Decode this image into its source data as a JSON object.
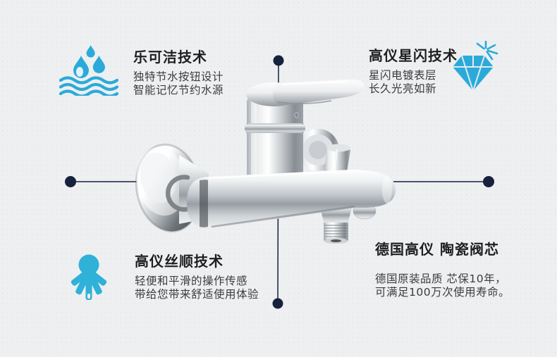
{
  "page": {
    "background_color": "#edeff1",
    "description": "product-feature-infographic-chrome-bath-mixer-faucet"
  },
  "palette": {
    "accent_cyan": "#2baad9",
    "callout_navy": "#16213d",
    "title_color": "#1f1f1f",
    "body_text_color": "#3c3c3c"
  },
  "product": {
    "name": "chrome-wall-mounted-bath-shower-mixer-faucet"
  },
  "features": {
    "top_left": {
      "icon": "water-drops-waves-icon",
      "title": "乐可洁技术",
      "line1": "独特节水按钮设计",
      "line2": "智能记忆节约水源"
    },
    "top_right": {
      "icon": "diamond-sparkle-icon",
      "title": "高仪星闪技术",
      "line1": "星闪电镀表层",
      "line2": "长久光亮如新"
    },
    "bottom_left": {
      "icon": "shower-spray-icon",
      "title": "高仪丝顺技术",
      "line1": "轻便和平滑的操作传感",
      "line2": "带给您带来舒适使用体验"
    },
    "bottom_right": {
      "title": "德国高仪 陶瓷阀芯",
      "line1": "德国原装品质 芯保10年，",
      "line2": "可满足100万次使用寿命。"
    }
  }
}
